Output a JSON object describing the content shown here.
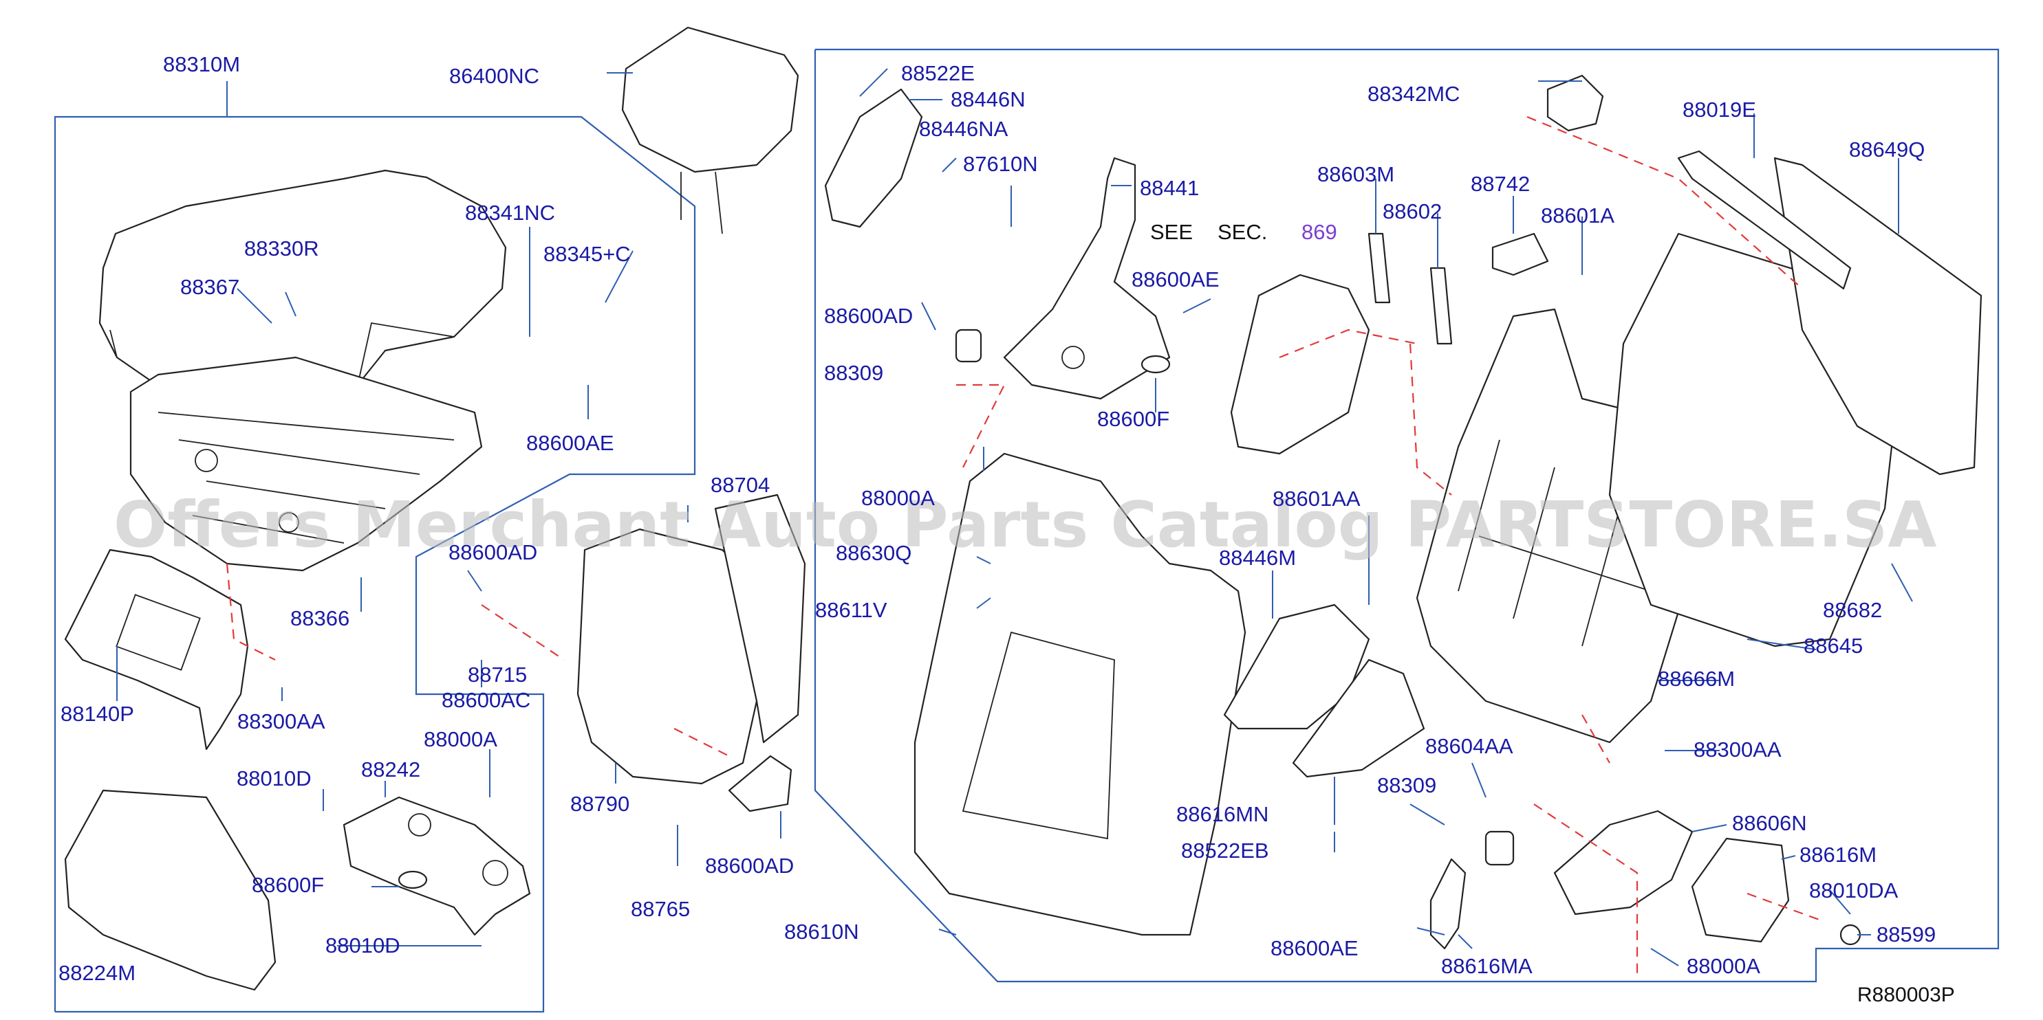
{
  "watermark": "Offers Merchant Auto Parts Catalog PARTSTORE.SA",
  "diagram_code": "R880003P",
  "see_section": {
    "see": "SEE",
    "sec": "SEC.",
    "number": "869"
  },
  "labels": {
    "p88310M": "88310M",
    "p86400NC": "86400NC",
    "p88341NC": "88341NC",
    "p88330R": "88330R",
    "p88345C": "88345+C",
    "p88367": "88367",
    "p88600AE_a": "88600AE",
    "p88366": "88366",
    "p88140P": "88140P",
    "p88300AA_a": "88300AA",
    "p88600AD_a": "88600AD",
    "p88715": "88715",
    "p88600AC": "88600AC",
    "p88000A_a": "88000A",
    "p88010D_a": "88010D",
    "p88242": "88242",
    "p88600F_a": "88600F",
    "p88010D_b": "88010D",
    "p88224M": "88224M",
    "p88704": "88704",
    "p88790": "88790",
    "p88600AD_b": "88600AD",
    "p88765": "88765",
    "p88522E": "88522E",
    "p88446N": "88446N",
    "p88446NA": "88446NA",
    "p87610N": "87610N",
    "p88441": "88441",
    "p88600AD_c": "88600AD",
    "p88309_a": "88309",
    "p88600AE_b": "88600AE",
    "p88600F_b": "88600F",
    "p88000A_b": "88000A",
    "p88630Q": "88630Q",
    "p88611V": "88611V",
    "p88610N": "88610N",
    "p88342MC": "88342MC",
    "p88603M": "88603M",
    "p88602": "88602",
    "p88742": "88742",
    "p88601A": "88601A",
    "p88019E": "88019E",
    "p88649Q": "88649Q",
    "p88601AA": "88601AA",
    "p88446M": "88446M",
    "p88682": "88682",
    "p88645": "88645",
    "p88666M": "88666M",
    "p88300AA_b": "88300AA",
    "p88604AA": "88604AA",
    "p88309_b": "88309",
    "p88616MN": "88616MN",
    "p88522EB": "88522EB",
    "p88606N": "88606N",
    "p88616M": "88616M",
    "p88010DA": "88010DA",
    "p88599": "88599",
    "p88600AE_c": "88600AE",
    "p88616MA": "88616MA",
    "p88000A_c": "88000A"
  },
  "colors": {
    "label": "#1a1aa6",
    "leader": "#2f5fb0",
    "dashed_guide": "#e23a3a",
    "see_section_number": "#7a3fd0"
  }
}
